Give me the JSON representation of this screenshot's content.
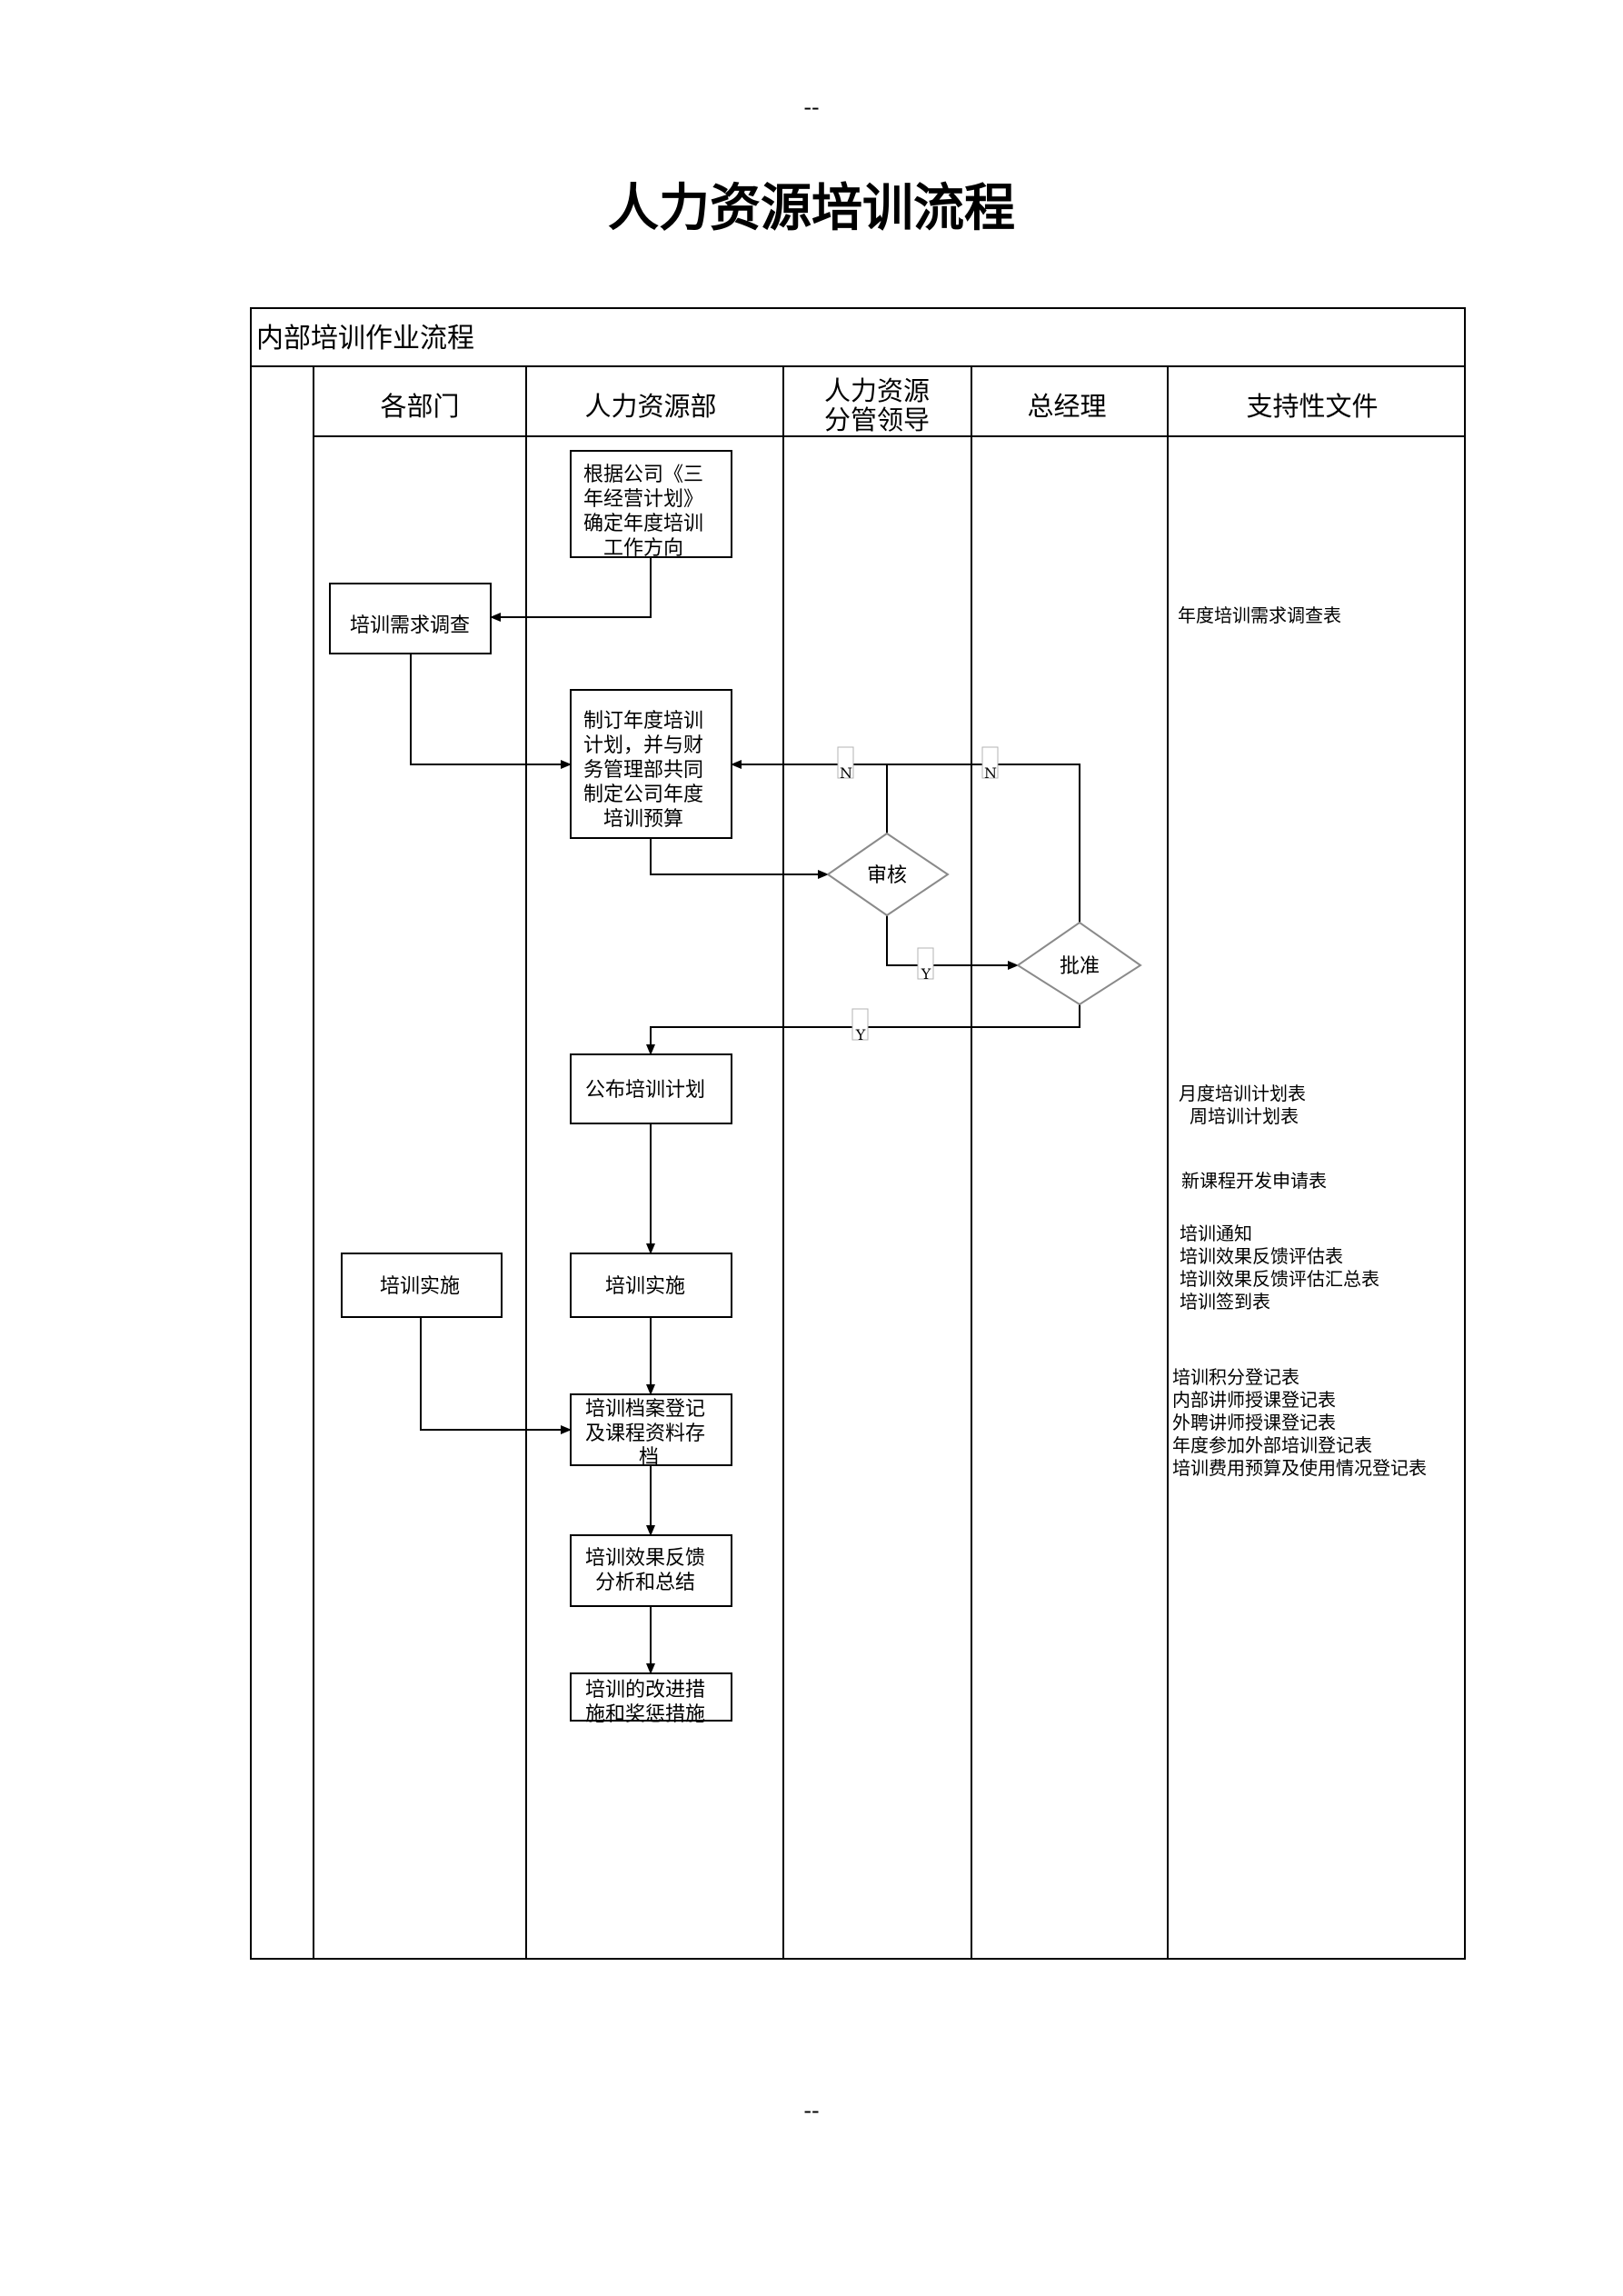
{
  "page": {
    "marker_top": "--",
    "marker_bottom": "--"
  },
  "title": "人力资源培训流程",
  "table": {
    "section_title": "内部培训作业流程",
    "lanes": {
      "departments": "各部门",
      "hr_department": "人力资源部",
      "hr_leader": [
        "人力资源",
        "分管领导"
      ],
      "general_manager": "总经理",
      "support_docs": "支持性文件"
    }
  },
  "flow": {
    "determine_direction": [
      "根据公司《三",
      "年经营计划》",
      "确定年度培训",
      "工作方向"
    ],
    "needs_survey": "培训需求调查",
    "annual_plan": [
      "制订年度培训",
      "计划，并与财",
      "务管理部共同",
      "制定公司年度",
      "培训预算"
    ],
    "review": "审核",
    "approve": "批准",
    "publish_plan": "公布培训计划",
    "implement_dept": "培训实施",
    "implement_hr": "培训实施",
    "archive": [
      "培训档案登记",
      "及课程资料存",
      "档"
    ],
    "feedback": [
      "培训效果反馈",
      "分析和总结"
    ],
    "improvement": [
      "培训的改进措",
      "施和奖惩措施"
    ],
    "labels": {
      "no_review": "N",
      "no_approve": "N",
      "yes_review": "Y",
      "yes_approve": "Y"
    }
  },
  "support_docs": {
    "needs_survey": [
      "年度培训需求调查表"
    ],
    "plans": [
      "月度培训计划表",
      "周培训计划表"
    ],
    "course": [
      "新课程开发申请表"
    ],
    "implementation": [
      "培训通知",
      "培训效果反馈评估表",
      "培训效果反馈评估汇总表",
      "培训签到表"
    ],
    "records": [
      "培训积分登记表",
      "内部讲师授课登记表",
      "外聘讲师授课登记表",
      "年度参加外部培训登记表",
      "培训费用预算及使用情况登记表"
    ]
  },
  "colors": {
    "line": "#000000",
    "diamond": "#8a8a8a",
    "background": "#ffffff"
  }
}
